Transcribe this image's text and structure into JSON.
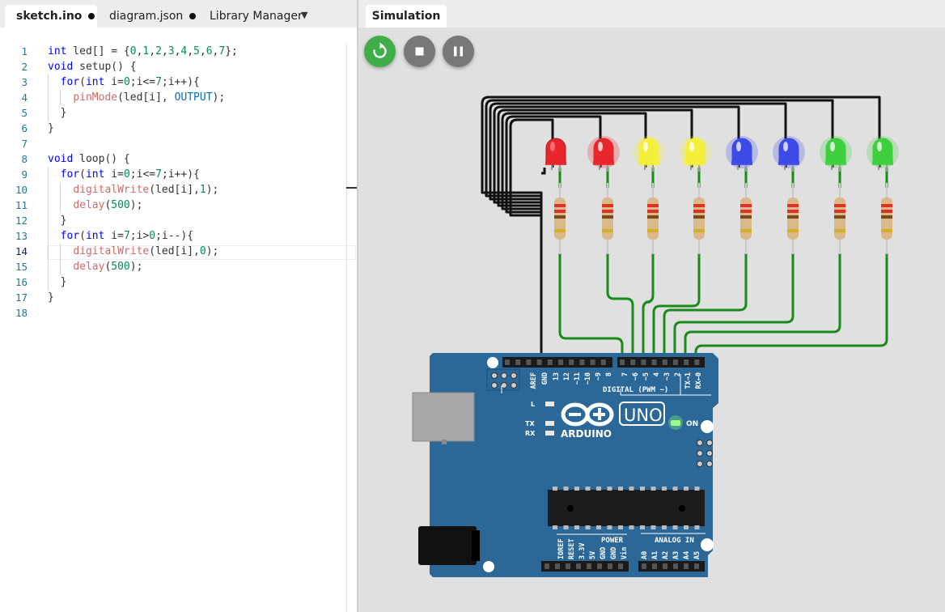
{
  "editor": {
    "tabs": [
      {
        "label": "sketch.ino",
        "modified": true
      },
      {
        "label": "diagram.json",
        "modified": true
      },
      {
        "label": "Library Manager"
      }
    ],
    "code_lines": [
      "int led[] = {0,1,2,3,4,5,6,7};",
      "void setup() {",
      "  for(int i=0;i<=7;i++){",
      "    pinMode(led[i], OUTPUT);",
      "  }",
      "}",
      "",
      "void loop() {",
      "  for(int i=0;i<=7;i++){",
      "    digitalWrite(led[i],1);",
      "    delay(500);",
      "  }",
      "  for(int i=7;i>0;i--){",
      "    digitalWrite(led[i],0);",
      "    delay(500);",
      "  }",
      "}",
      ""
    ],
    "active_line": 14
  },
  "simulation": {
    "tab_label": "Simulation",
    "controls": {
      "restart_icon": "restart-icon",
      "stop_icon": "stop-icon",
      "pause_icon": "pause-icon"
    },
    "leds": [
      "red",
      "red",
      "yellow",
      "yellow",
      "blue",
      "blue",
      "green",
      "green"
    ],
    "led_colors": {
      "red": "#e8262b",
      "yellow": "#f4ef3a",
      "blue": "#3c4be8",
      "green": "#3fd03f"
    },
    "board": {
      "model_label": "UNO",
      "brand_label": "ARDUINO",
      "on_label": "ON",
      "l_label": "L",
      "tx_label": "TX",
      "rx_label": "RX",
      "digital_header_label": "DIGITAL (PWM ~)",
      "digital_pins": [
        "AREF",
        "GND",
        "13",
        "12",
        "~11",
        "~10",
        "~9",
        "8",
        "7",
        "~6",
        "~5",
        "4",
        "~3",
        "2",
        "TX→1",
        "RX←0"
      ],
      "power_label": "POWER",
      "analog_label": "ANALOG IN",
      "power_pins": [
        "IOREF",
        "RESET",
        "3.3V",
        "5V",
        "GND",
        "GND",
        "Vin"
      ],
      "analog_pins": [
        "A0",
        "A1",
        "A2",
        "A3",
        "A4",
        "A5"
      ],
      "board_color": "#2b6898"
    }
  }
}
